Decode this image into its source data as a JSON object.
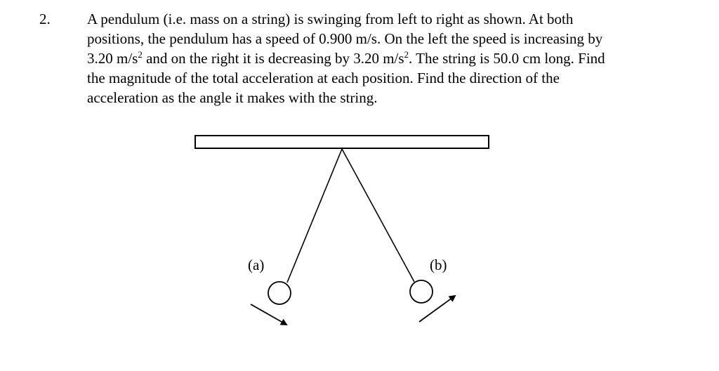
{
  "problem": {
    "number": "2.",
    "lines": [
      {
        "text": "A pendulum (i.e. mass on a string) is swinging from left to right as shown.  At both"
      },
      {
        "text": "positions, the pendulum has a speed of 0.900 m/s.  On the left the speed is increasing by"
      },
      {
        "pre": "3.20 m/s",
        "sup1": "2",
        "mid": " and on the right it is decreasing by 3.20 m/s",
        "sup2": "2",
        "post": ".  The string is 50.0 cm long.  Find"
      },
      {
        "text": "the magnitude of the total acceleration at each position.  Find the direction of the"
      },
      {
        "text": "acceleration as the angle it makes with the string."
      }
    ]
  },
  "diagram": {
    "label_a": "(a)",
    "label_b": "(b)",
    "stroke_color": "#000000",
    "icons": {
      "support": "ceiling-bar",
      "bob": "circle",
      "velocity": "arrow"
    }
  }
}
